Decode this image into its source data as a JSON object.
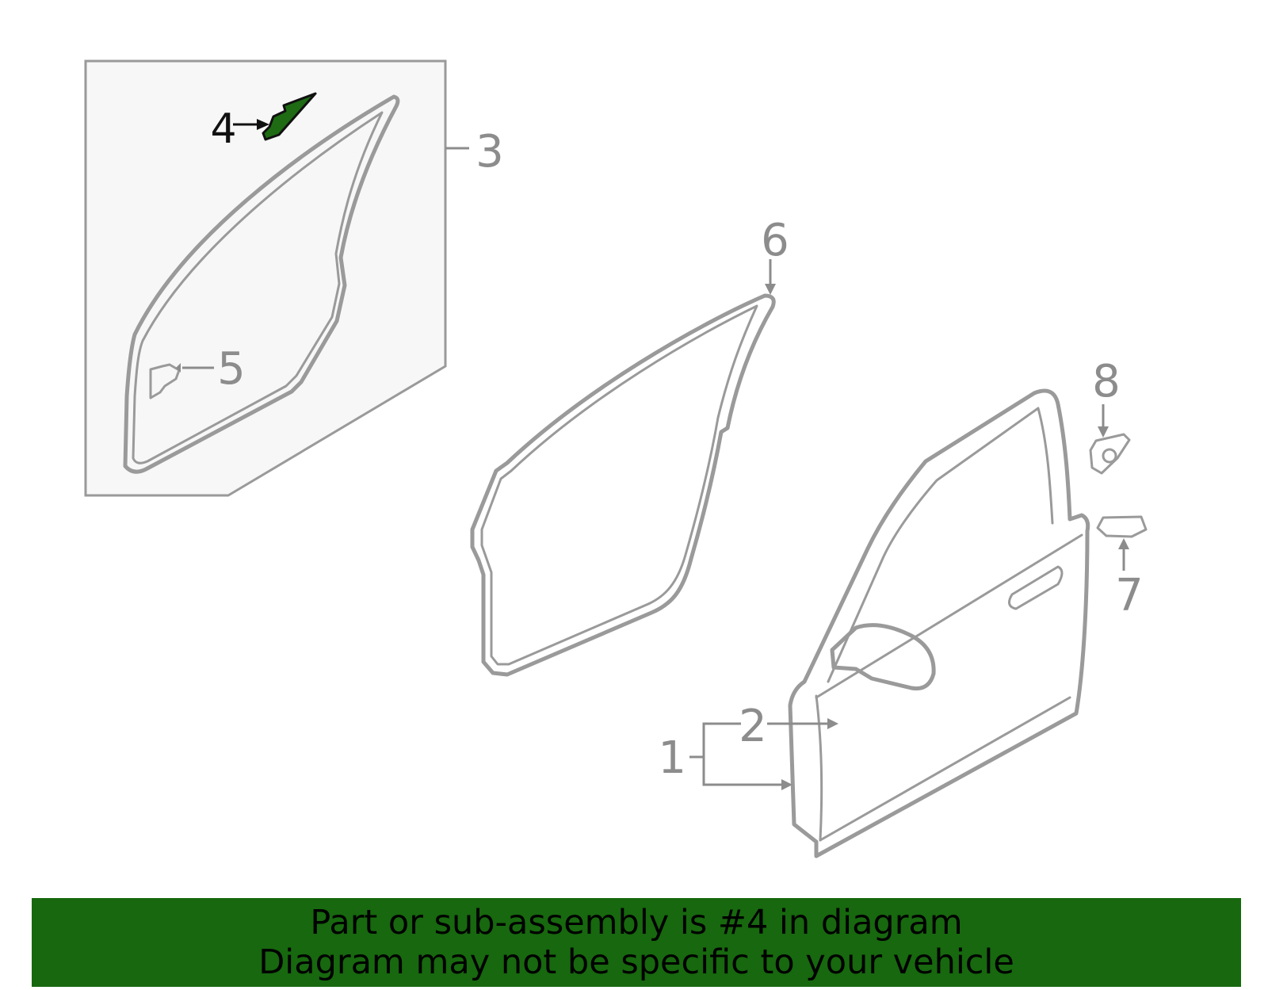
{
  "diagram": {
    "callouts": {
      "c1": "1",
      "c2": "2",
      "c3": "3",
      "c4": "4",
      "c5": "5",
      "c6": "6",
      "c7": "7",
      "c8": "8"
    },
    "highlighted_part": "4",
    "colors": {
      "highlight_fill": "#1e6b14",
      "line": "#9a9a9a",
      "inset_background": "#f7f7f7"
    }
  },
  "banner": {
    "line1": "Part or sub-assembly is #4 in diagram",
    "line2": "Diagram may not be specific to your vehicle",
    "background": "#17680e"
  }
}
